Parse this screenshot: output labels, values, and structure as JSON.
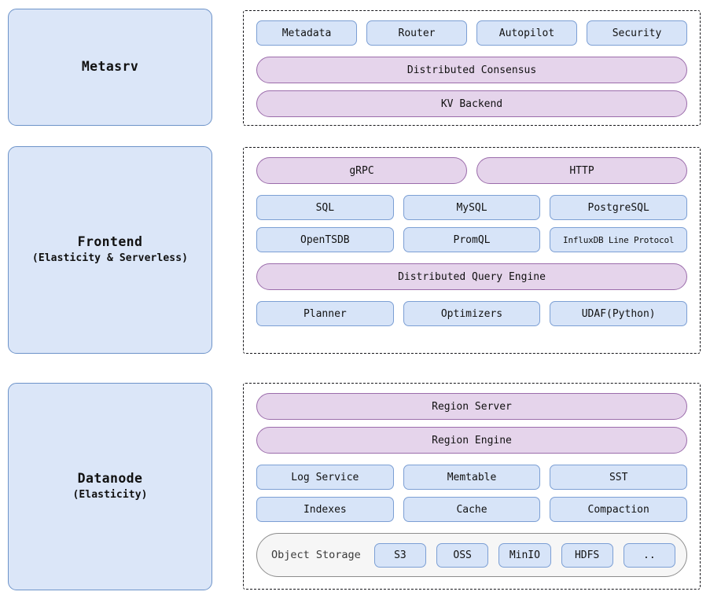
{
  "roles": [
    {
      "title": "Metasrv",
      "subtitle": ""
    },
    {
      "title": "Frontend",
      "subtitle": "(Elasticity & Serverless)"
    },
    {
      "title": "Datanode",
      "subtitle": "(Elasticity)"
    }
  ],
  "metasrv": {
    "row1": [
      "Metadata",
      "Router",
      "Autopilot",
      "Security"
    ],
    "consensus": "Distributed Consensus",
    "kv": "KV Backend"
  },
  "frontend": {
    "protocols": [
      "gRPC",
      "HTTP"
    ],
    "row_sql": [
      "SQL",
      "MySQL",
      "PostgreSQL"
    ],
    "row_tsdb": [
      "OpenTSDB",
      "PromQL",
      "InfluxDB Line Protocol"
    ],
    "query_engine": "Distributed Query Engine",
    "row_engine": [
      "Planner",
      "Optimizers",
      "UDAF(Python)"
    ]
  },
  "datanode": {
    "region_server": "Region Server",
    "region_engine": "Region Engine",
    "row_storage1": [
      "Log Service",
      "Memtable",
      "SST"
    ],
    "row_storage2": [
      "Indexes",
      "Cache",
      "Compaction"
    ],
    "object_storage_label": "Object Storage",
    "object_storage_backends": [
      "S3",
      "OSS",
      "MinIO",
      "HDFS",
      ".."
    ]
  },
  "colors": {
    "panel_fill": "#dbe6f8",
    "panel_border": "#6d93c9",
    "node_blue_fill": "#d7e4f8",
    "node_blue_border": "#7c9fd4",
    "node_purple_fill": "#e5d4eb",
    "node_purple_border": "#9b6cab",
    "storage_fill": "#f6f6f6",
    "storage_border": "#8d8d8d",
    "group_border": "#16161a"
  }
}
